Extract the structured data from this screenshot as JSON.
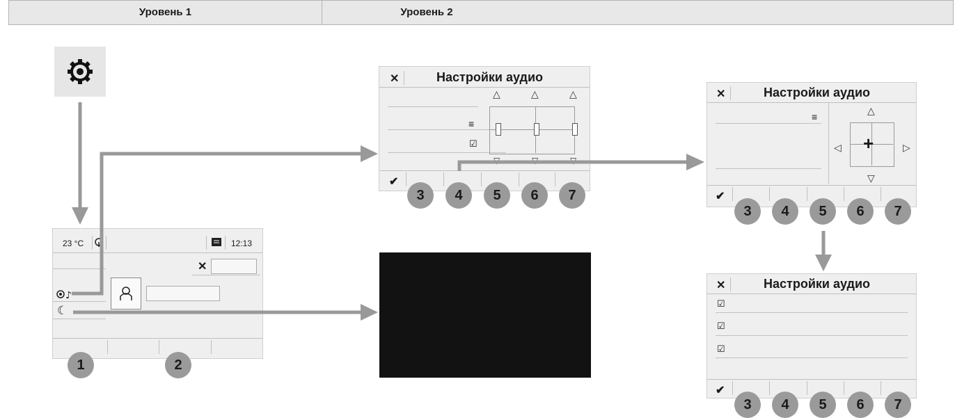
{
  "header": {
    "level1": "Уровень 1",
    "level2": "Уровень 2"
  },
  "main_screen": {
    "temperature": "23 °C",
    "time": "12:13",
    "numbers": [
      "1",
      "2"
    ]
  },
  "audio_screen_a": {
    "title": "Настройки аудио",
    "numbers": [
      "3",
      "4",
      "5",
      "6",
      "7"
    ]
  },
  "audio_screen_b": {
    "title": "Настройки аудио",
    "numbers": [
      "3",
      "4",
      "5",
      "6",
      "7"
    ]
  },
  "audio_screen_c": {
    "title": "Настройки аудио",
    "numbers": [
      "3",
      "4",
      "5",
      "6",
      "7"
    ]
  },
  "colors": {
    "arrow": "#999999",
    "screen_bg": "#efefef",
    "circle": "#9a9a9a"
  }
}
